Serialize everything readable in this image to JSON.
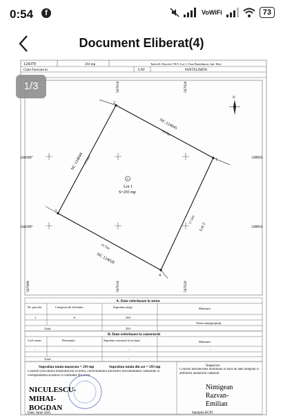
{
  "status": {
    "time": "0:54",
    "network": "VoWiFi",
    "battery": "73"
  },
  "appbar": {
    "title": "Document Eliberat(4)"
  },
  "viewer": {
    "page_indicator": "1/3"
  },
  "doc": {
    "header": {
      "number": "124370",
      "area": "293 mp",
      "address": "Tarla 26, Parcela 170/5, Lot 1, Oras Pantelimon, Jud. Ilfov",
      "carte_label": "Carte Funciara nr.",
      "uat_label": "UAT",
      "uat_value": "PANTELIMON"
    },
    "plan": {
      "grid_left": [
        "330920",
        "330910"
      ],
      "grid_right": [
        "330920",
        "330910"
      ],
      "grid_top": [
        "587000",
        "587010",
        "587020"
      ],
      "grid_bottom": [
        "587000",
        "587010",
        "587020"
      ],
      "vertex_labels": [
        "1",
        "2",
        "3",
        "4"
      ],
      "nc_top": "NC 124045",
      "nc_left": "NC 124044",
      "nc_bottom": "NC 124028",
      "lot2": "Lot 2",
      "len_top": "16.76m",
      "len_left": "17.53m",
      "len_right": "17.52m",
      "len_bottom": "16.76m",
      "lot_symbol": "A",
      "lot_name": "Lot 1",
      "lot_area": "S=293 mp"
    },
    "tableA": {
      "title": "A. Date referitoare la teren",
      "headers": [
        "Nr. parcela",
        "Categoria de folosinta",
        "Suprafata (mp)",
        "Mentiuni"
      ],
      "row": [
        "1",
        "A",
        "293",
        "Teren neimprejmuit."
      ],
      "total_label": "Total",
      "total_value": "293"
    },
    "tableB": {
      "title": "B. Date referitoare la constructii",
      "headers": [
        "Cod constr.",
        "Destinatia",
        "Suprafata construita la sol (mp)",
        "Mentiuni"
      ],
      "row": [
        "-",
        "-",
        "-",
        "-"
      ],
      "total_label": "Total",
      "total_value": "-"
    },
    "footer": {
      "measured_label": "Suprafata totala masurata = 293 mp",
      "act_label": "Suprafata totala din act = 293 mp",
      "confirm_text": "Confirm executarea masuratorilor la teren, corectitudinea intocmirii documentatiei cadastrale si corespondenta acesteia cu realitatea din teren.",
      "signature_name_1": "NICULESCU-",
      "signature_name_2": "MIHAI-",
      "signature_name_3": "BOGDAN",
      "date_label": "Data: Iunie 2025",
      "inspector_title": "Inspector",
      "inspector_text": "Confirm introducerea imobilului in baza de date integrata si atribuirea numarului cadastral",
      "inspector_name_1": "Nimigean",
      "inspector_name_2": "Razvan-",
      "inspector_name_3": "Emilian",
      "stamp_label": "Stampila BCPI"
    }
  }
}
